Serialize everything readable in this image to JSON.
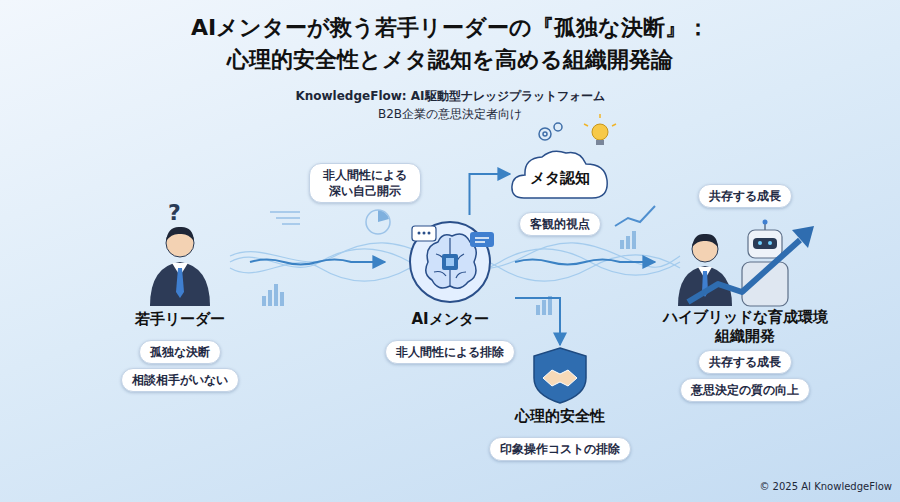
{
  "diagram": {
    "title": "AIメンターが救う若手リーダーの『孤独な決断』：心理的安全性とメタ認知を高める組織開発論",
    "nodes": [
      {
        "text": [
          "若手リーダー"
        ]
      },
      {
        "text": [
          "孤独な決断"
        ],
        "in": 0
      },
      {
        "text": [
          "相談相手がいない"
        ],
        "in": 0
      },
      {
        "text": [
          "非人間性による深い自己開示"
        ]
      },
      {
        "text": [
          "AIメンター"
        ]
      },
      {
        "text": [
          "非人間性による排除"
        ],
        "in": 4
      },
      {
        "text": [
          "メタ認知"
        ]
      },
      {
        "text": [
          "客観的視点"
        ]
      },
      {
        "text": [
          "心理的安全性"
        ]
      },
      {
        "text": [
          "印象操作コストの排除"
        ],
        "in": 8
      },
      {
        "text": [
          "共存する成長"
        ]
      },
      {
        "text": [
          "ハイブリッドな育成環境 組織開発"
        ]
      },
      {
        "text": [
          "共存する成長"
        ],
        "in": 11
      },
      {
        "text": [
          "意思決定の質の向上"
        ],
        "in": 11
      }
    ],
    "edges": [
      {
        "from": 0,
        "to": 4,
        "arrow": "to"
      },
      {
        "from": 4,
        "to": 6,
        "arrow": "to"
      },
      {
        "from": 4,
        "to": 8,
        "arrow": "to"
      },
      {
        "from": 4,
        "to": 11,
        "arrow": "to"
      }
    ],
    "labels": [
      "KnowledgeFlow: AI駆動型ナレッジプラットフォーム",
      "B2B企業の意思決定者向け",
      "© 2025 AI KnowledgeFlow"
    ]
  }
}
